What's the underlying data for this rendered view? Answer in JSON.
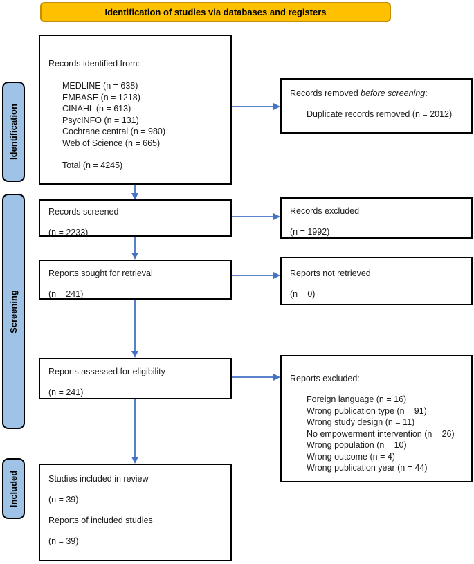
{
  "banner": {
    "label": "Identification of studies via databases and registers"
  },
  "sidebar": {
    "stages": [
      {
        "label": "Identification"
      },
      {
        "label": "Screening"
      },
      {
        "label": "Included"
      }
    ]
  },
  "colors": {
    "banner_fill": "#FFC000",
    "banner_border": "#BF9000",
    "stage_fill": "#9EC3E6",
    "arrow": "#4472C4",
    "box_border": "#000000"
  },
  "boxes": {
    "records_identified": {
      "title": "Records identified from:",
      "items": [
        "MEDLINE (n = 638)",
        "EMBASE (n = 1218)",
        "CINAHL (n = 613)",
        "PsycINFO (n = 131)",
        "Cochrane central (n = 980)",
        "Web of Science (n = 665)"
      ],
      "total": "Total (n = 4245)"
    },
    "records_removed": {
      "title_prefix": "Records removed ",
      "title_italic": "before screening",
      "title_suffix": ":",
      "item": "Duplicate records removed  (n = 2012)"
    },
    "records_screened": {
      "title": "Records screened",
      "count": "(n = 2233)"
    },
    "records_excluded": {
      "title": "Records excluded",
      "count": "(n = 1992)"
    },
    "reports_sought": {
      "title": "Reports sought for retrieval",
      "count": "(n = 241)"
    },
    "reports_not_retrieved": {
      "title": "Reports not retrieved",
      "count": "(n = 0)"
    },
    "reports_assessed": {
      "title": "Reports assessed for eligibility",
      "count": "(n = 241)"
    },
    "reports_excluded": {
      "title": "Reports excluded:",
      "items": [
        "Foreign language (n = 16)",
        "Wrong publication type (n = 91)",
        "Wrong study design (n = 11)",
        "No empowerment intervention (n = 26)",
        "Wrong population (n = 10)",
        "Wrong outcome (n = 4)",
        "Wrong publication year (n = 44)"
      ]
    },
    "studies_included": {
      "line1": "Studies included in review",
      "line2": "(n = 39)",
      "line3": "Reports of included studies",
      "line4": "(n = 39)"
    }
  }
}
